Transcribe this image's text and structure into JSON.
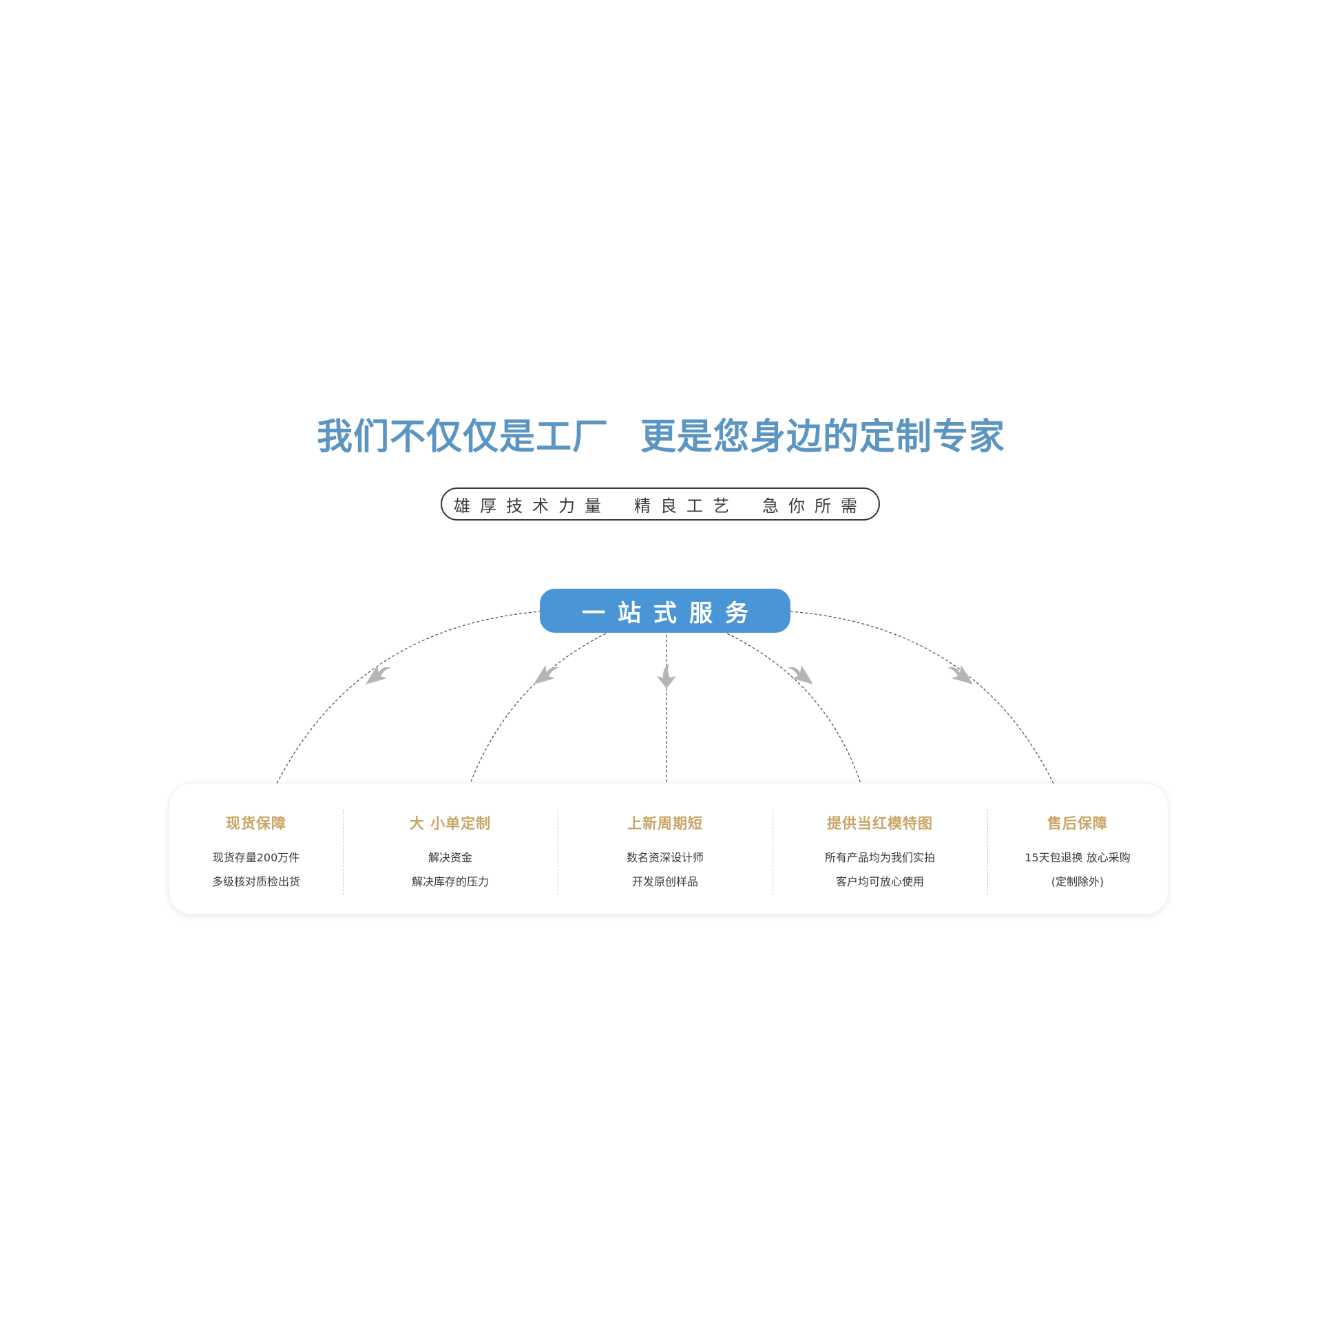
{
  "headline": {
    "left": "我们不仅仅是工厂",
    "right": "更是您身边的定制专家",
    "color": "#5b95c2"
  },
  "tagline": {
    "items": [
      "雄厚技术力量",
      "精良工艺",
      "急你所需"
    ]
  },
  "hub": {
    "label": "一站式服务",
    "color": "#4a95d6"
  },
  "services": [
    {
      "title": "现货保障",
      "line1": "现货存量200万件",
      "line2": "多级核对质检出货"
    },
    {
      "title": "大 小单定制",
      "line1": "解决资金",
      "line2": "解决库存的压力"
    },
    {
      "title": "上新周期短",
      "line1": "数名资深设计师",
      "line2": "开发原创样品"
    },
    {
      "title": "提供当红模特图",
      "line1": "所有产品均为我们实拍",
      "line2": "客户均可放心使用"
    },
    {
      "title": "售后保障",
      "line1": "15天包退换 放心采购",
      "line2": "(定制除外)"
    }
  ],
  "colors": {
    "accent_gold": "#c9a567",
    "connector": "#555555",
    "arrow": "#b5b5b5"
  }
}
